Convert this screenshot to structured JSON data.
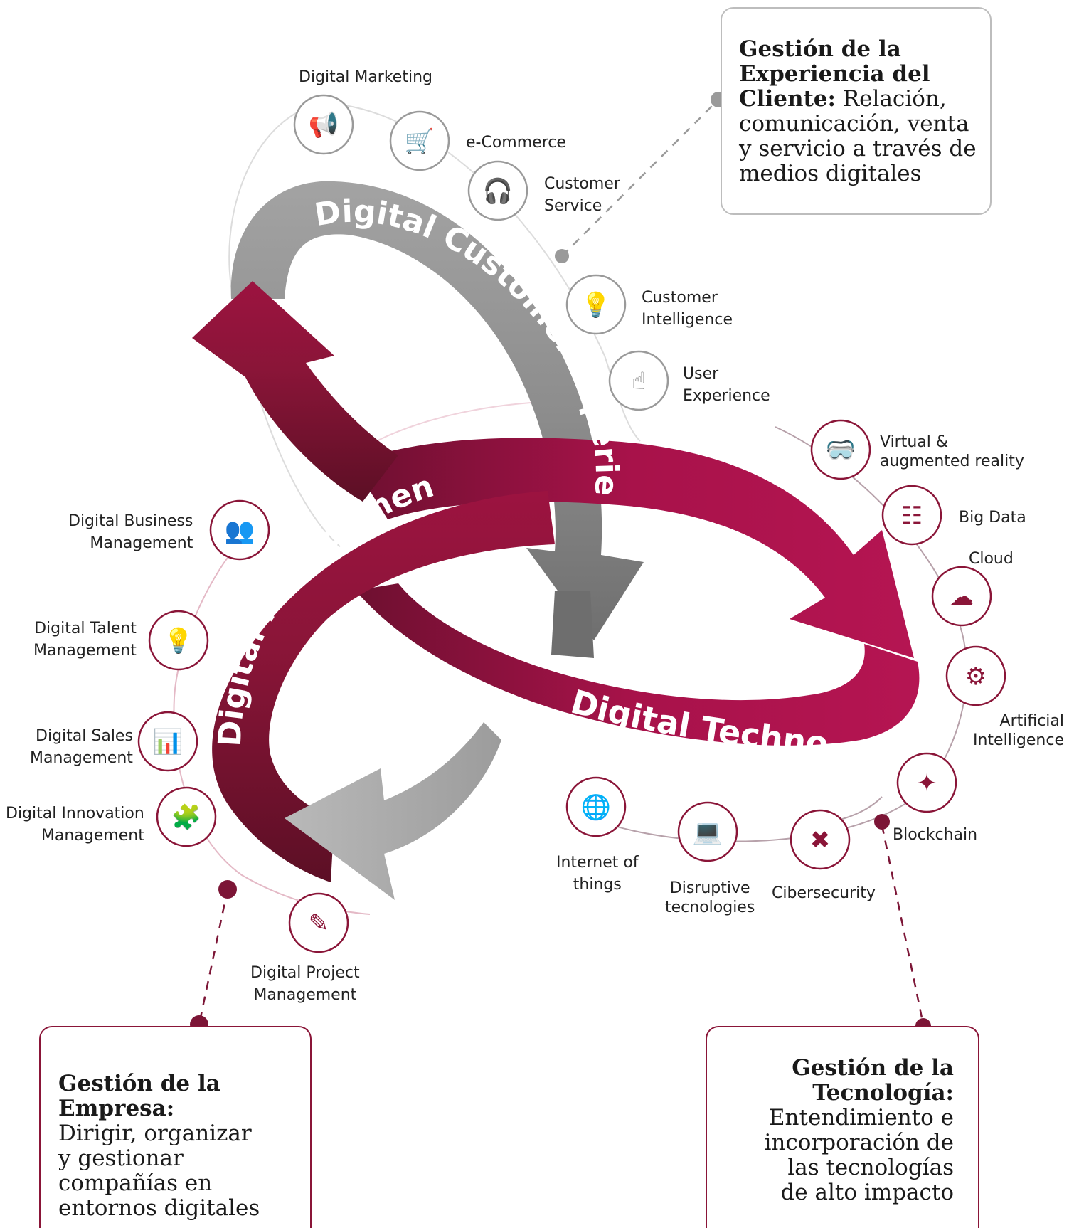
{
  "colors": {
    "crimson": "#a5124a",
    "dark_crimson": "#7c1536",
    "gray": "#9a9a9a",
    "light_gray": "#c8c8c8",
    "ring_gray": "#d8d8d8",
    "ring_red": "#e8b7c6"
  },
  "arrows": {
    "customer": "Digital Customer Experience",
    "management": "Digital Management",
    "technology": "Digital Technology"
  },
  "customer_items": [
    {
      "icon": "megaphone-icon",
      "lines": [
        "Digital Marketing"
      ]
    },
    {
      "icon": "cart-icon",
      "lines": [
        "e-Commerce"
      ]
    },
    {
      "icon": "headset-icon",
      "lines": [
        "Customer",
        "Service"
      ]
    },
    {
      "icon": "head-bulb-icon",
      "lines": [
        "Customer",
        "Intelligence"
      ]
    },
    {
      "icon": "touch-hand-icon",
      "lines": [
        "User",
        "Experience"
      ]
    }
  ],
  "technology_items": [
    {
      "icon": "vr-headset-icon",
      "lines": [
        "Virtual &",
        "augmented reality"
      ]
    },
    {
      "icon": "hierarchy-icon",
      "lines": [
        "Big Data"
      ]
    },
    {
      "icon": "cloud-icon",
      "lines": [
        "Cloud"
      ]
    },
    {
      "icon": "chip-icon",
      "lines": [
        "Artificial",
        "Intelligence"
      ]
    },
    {
      "icon": "network-icon",
      "lines": [
        "Blockchain"
      ]
    },
    {
      "icon": "shield-x-icon",
      "lines": [
        "Cibersecurity"
      ]
    },
    {
      "icon": "laptop-icon",
      "lines": [
        "Disruptive",
        "tecnologies"
      ]
    },
    {
      "icon": "globe-cursor-icon",
      "lines": [
        "Internet of",
        "things"
      ]
    }
  ],
  "management_items": [
    {
      "icon": "people-icon",
      "lines": [
        "Digital Business",
        "Management"
      ]
    },
    {
      "icon": "bulb-person-icon",
      "lines": [
        "Digital Talent",
        "Management"
      ]
    },
    {
      "icon": "bar-chart-icon",
      "lines": [
        "Digital Sales",
        "Management"
      ]
    },
    {
      "icon": "puzzle-head-icon",
      "lines": [
        "Digital Innovation",
        "Management"
      ]
    },
    {
      "icon": "edit-icon",
      "lines": [
        "Digital Project",
        "Management"
      ]
    }
  ],
  "boxes": {
    "customer": {
      "bold": [
        "Gestión de la",
        "Experiencia del",
        "Cliente:"
      ],
      "tail_first": " Relación,",
      "rest": [
        "comunicación, venta",
        "y servicio a través de",
        "medios digitales"
      ]
    },
    "business": {
      "bold": [
        "Gestión de la Empresa:"
      ],
      "rest": [
        "Dirigir, organizar",
        "y gestionar",
        "compañías en",
        "entornos digitales"
      ]
    },
    "technology": {
      "bold": [
        "Gestión de la",
        "Tecnología:"
      ],
      "rest": [
        "Entendimiento e",
        "incorporación de",
        "las tecnologías",
        "de alto impacto"
      ]
    }
  }
}
